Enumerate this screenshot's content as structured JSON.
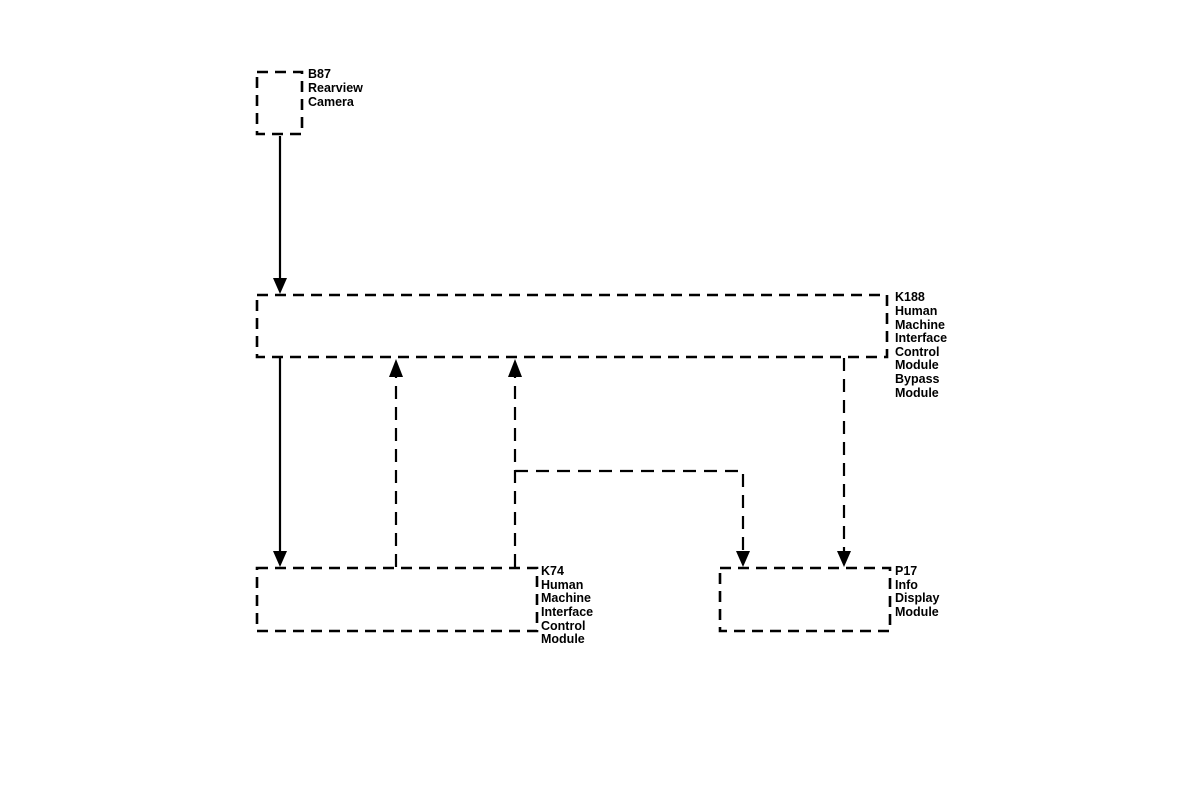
{
  "components": {
    "b87": {
      "lines": [
        "B87",
        "Rearview",
        "Camera"
      ]
    },
    "k188": {
      "lines": [
        "K188",
        "Human",
        "Machine",
        "Interface",
        "Control",
        "Module",
        "Bypass",
        "Module"
      ]
    },
    "k74": {
      "lines": [
        "K74",
        "Human",
        "Machine",
        "Interface",
        "Control",
        "Module"
      ]
    },
    "p17": {
      "lines": [
        "P17",
        "Info",
        "Display",
        "Module"
      ]
    }
  },
  "connections": [
    {
      "from": "b87",
      "to": "k188",
      "style": "solid"
    },
    {
      "from": "k188",
      "to": "k74",
      "style": "solid"
    },
    {
      "from": "k74",
      "to": "k188",
      "style": "dashed"
    },
    {
      "from": "k74",
      "to": "k188",
      "style": "dashed"
    },
    {
      "from": "k74",
      "to": "p17",
      "style": "dashed"
    },
    {
      "from": "k188",
      "to": "p17",
      "style": "dashed"
    }
  ]
}
